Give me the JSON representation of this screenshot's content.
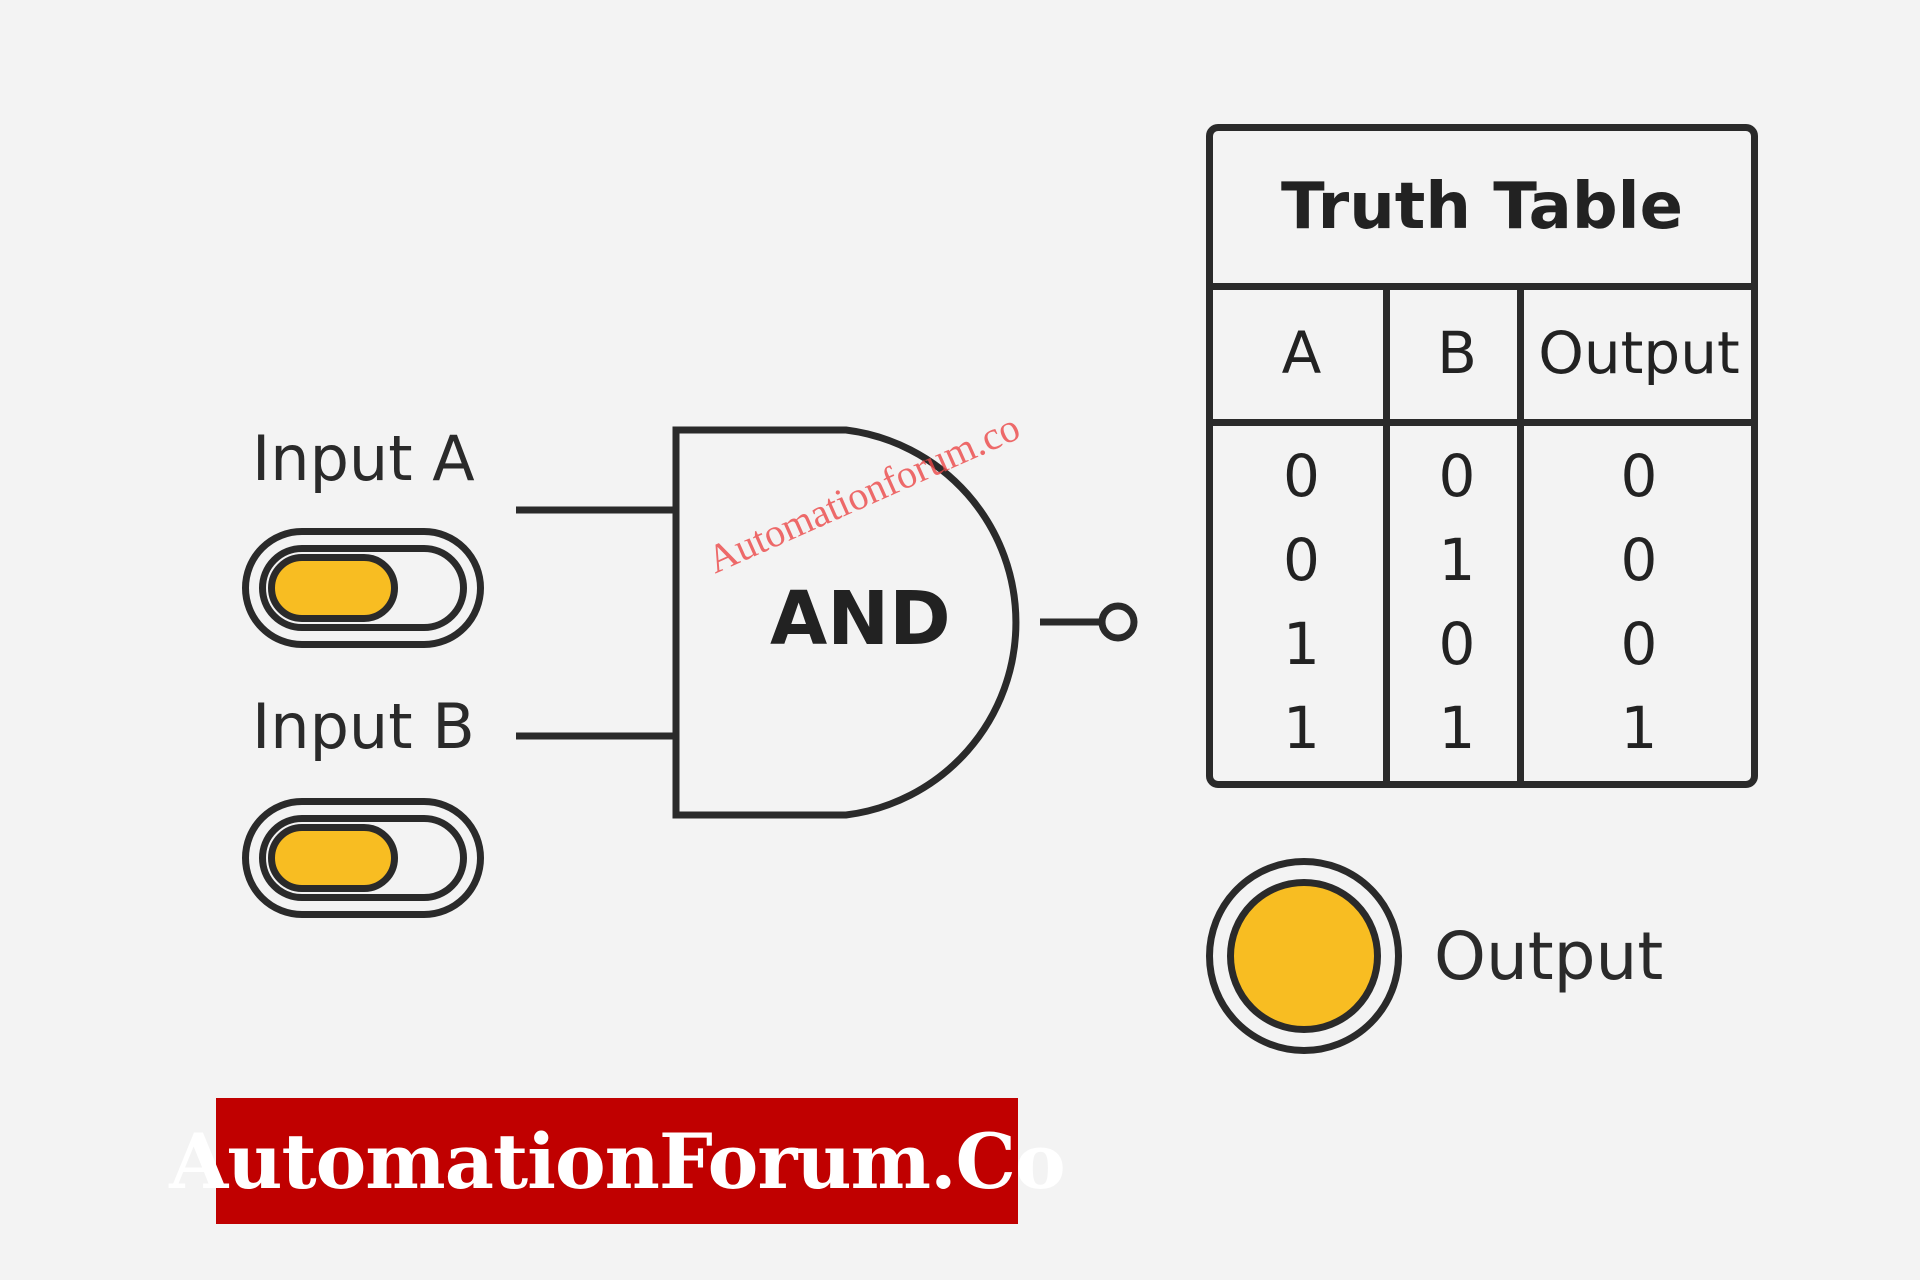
{
  "inputs": {
    "a_label": "Input A",
    "b_label": "Input B",
    "a_state": "on",
    "b_state": "on"
  },
  "gate": {
    "label": "AND"
  },
  "truth_table": {
    "title": "Truth Table",
    "headers": [
      "A",
      "B",
      "Output"
    ],
    "rows": [
      [
        "0",
        "0",
        "0"
      ],
      [
        "0",
        "1",
        "0"
      ],
      [
        "1",
        "0",
        "0"
      ],
      [
        "1",
        "1",
        "1"
      ]
    ]
  },
  "output": {
    "label": "Output",
    "state": "on"
  },
  "branding": {
    "logo_text": "AutomationForum.Co",
    "watermark": "Automationforum.co"
  },
  "colors": {
    "background": "#f3f3f3",
    "stroke": "#2a2a2a",
    "active_yellow": "#f8bd22",
    "logo_red": "#c00000",
    "watermark_red": "#eb4646"
  }
}
